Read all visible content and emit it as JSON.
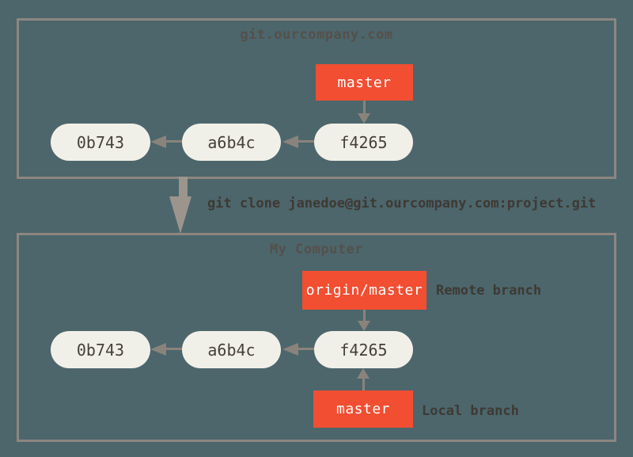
{
  "server_box": {
    "title": "git.ourcompany.com",
    "branch": {
      "label": "master"
    },
    "commits": [
      "0b743",
      "a6b4c",
      "f4265"
    ]
  },
  "clone": {
    "command": "git clone janedoe@git.ourcompany.com:project.git"
  },
  "computer_box": {
    "title": "My Computer",
    "remote_branch": {
      "label": "origin/master",
      "annotation": "Remote branch"
    },
    "local_branch": {
      "label": "master",
      "annotation": "Local branch"
    },
    "commits": [
      "0b743",
      "a6b4c",
      "f4265"
    ]
  },
  "colors": {
    "background": "#4c666c",
    "box_border": "#8d8680",
    "commit_fill": "#f1f0e8",
    "commit_text": "#454039",
    "branch_fill": "#f14e32",
    "branch_text": "#ffffff",
    "connector_arrow": "#8a837c",
    "clone_arrow": "#9c958d",
    "title_text": "#55504a",
    "annotation_text": "#3e3933"
  }
}
